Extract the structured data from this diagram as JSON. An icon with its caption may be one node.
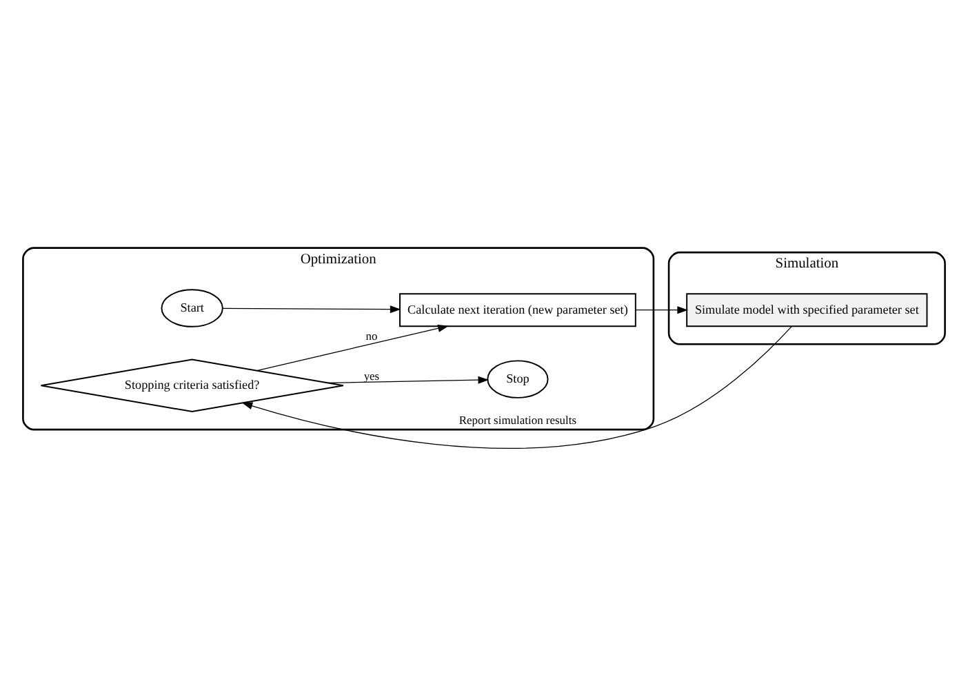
{
  "diagram": {
    "nodes": [
      {
        "text": [
          "Optimization"
        ]
      },
      {
        "text": [
          "Start"
        ],
        "in": 0
      },
      {
        "text": [
          "Stopping criteria satisfied?"
        ],
        "in": 0
      },
      {
        "text": [
          "Calculate next iteration (new parameter set)"
        ],
        "in": 0
      },
      {
        "text": [
          "Stop"
        ],
        "in": 0
      },
      {
        "text": [
          "Simulation"
        ]
      },
      {
        "text": [
          "Simulate model with specified parameter set"
        ],
        "in": 5
      }
    ],
    "edges": [
      {
        "from": 1,
        "to": 3,
        "arrow": "to"
      },
      {
        "from": 2,
        "to": 3,
        "arrow": "to",
        "label": "no"
      },
      {
        "from": 2,
        "to": 4,
        "arrow": "to",
        "label": "yes"
      },
      {
        "from": 3,
        "to": 6,
        "arrow": "to"
      },
      {
        "from": 6,
        "to": 2,
        "arrow": "to",
        "label": "Report simulation results"
      }
    ]
  }
}
